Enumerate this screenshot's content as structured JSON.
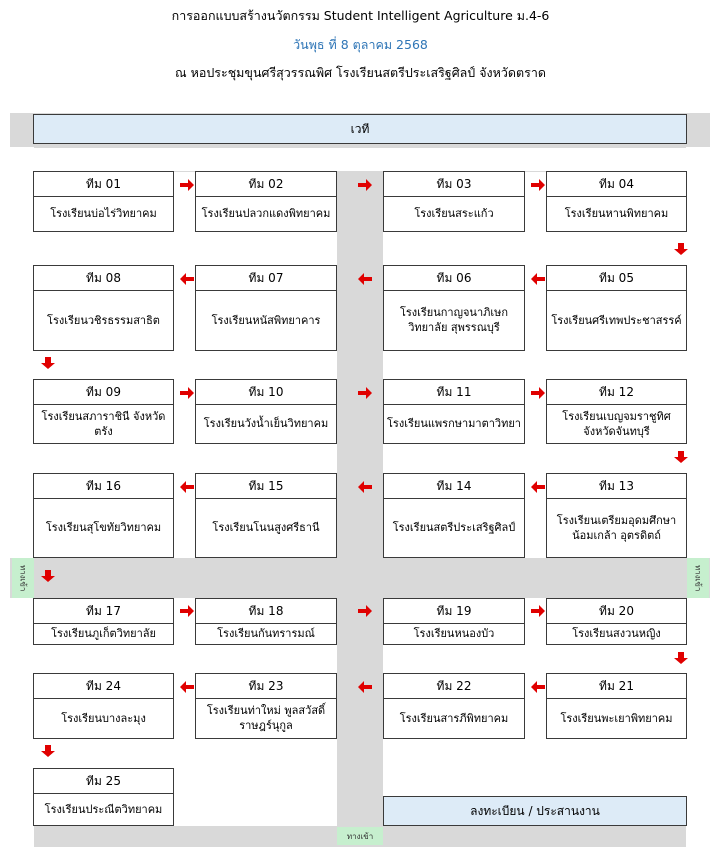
{
  "header": {
    "title": "การออกแบบสร้างนวัตกรรม Student Intelligent Agriculture ม.4-6",
    "date": "วันพุธ ที่ 8 ตุลาคม 2568",
    "venue": "ณ หอประชุมขุนศรีสุวรรณพิศ โรงเรียนสตรีประเสริฐศิลป์ จังหวัดตราด"
  },
  "stage": "เวที",
  "registration": "ลงทะเบียน / ประสานงาน",
  "entrances": {
    "left": "ทางเข้า",
    "right": "ทางเข้า",
    "bottom": "ทางเข้า"
  },
  "colors": {
    "arrow": "#e00000",
    "floor": "#d9d9d9",
    "label_fill": "#ddebf7",
    "entrance": "#c6efce",
    "date_text": "#2e75b6"
  },
  "teams": [
    {
      "team": "ทีม 01",
      "school": "โรงเรียนบ่อไร่วิทยาคม"
    },
    {
      "team": "ทีม 02",
      "school": "โรงเรียนปลวกแดงพิทยาคม"
    },
    {
      "team": "ทีม 03",
      "school": "โรงเรียนสระแก้ว"
    },
    {
      "team": "ทีม 04",
      "school": "โรงเรียนหานพิทยาคม"
    },
    {
      "team": "ทีม 05",
      "school": "โรงเรียนศรีเทพประชาสรรค์"
    },
    {
      "team": "ทีม 06",
      "school": "โรงเรียนกาญจนาภิเษกวิทยาลัย สุพรรณบุรี"
    },
    {
      "team": "ทีม 07",
      "school": "โรงเรียนหนัสพิทยาคาร"
    },
    {
      "team": "ทีม 08",
      "school": "โรงเรียนวชิรธรรมสาธิต"
    },
    {
      "team": "ทีม 09",
      "school": "โรงเรียนสภาราชินี จังหวัดตรัง"
    },
    {
      "team": "ทีม 10",
      "school": "โรงเรียนวังน้ำเย็นวิทยาคม"
    },
    {
      "team": "ทีม 11",
      "school": "โรงเรียนแพรกษามาตาวิทยา"
    },
    {
      "team": "ทีม 12",
      "school": "โรงเรียนเบญจมราชูทิศ จังหวัดจันทบุรี"
    },
    {
      "team": "ทีม 13",
      "school": "โรงเรียนเตรียมอุดมศึกษาน้อมเกล้า อุตรดิตถ์"
    },
    {
      "team": "ทีม 14",
      "school": "โรงเรียนสตรีประเสริฐศิลป์"
    },
    {
      "team": "ทีม 15",
      "school": "โรงเรียนโนนสูงศรีธานี"
    },
    {
      "team": "ทีม 16",
      "school": "โรงเรียนสุโขทัยวิทยาคม"
    },
    {
      "team": "ทีม 17",
      "school": "โรงเรียนภูเก็ตวิทยาลัย"
    },
    {
      "team": "ทีม 18",
      "school": "โรงเรียนกันทรารมณ์"
    },
    {
      "team": "ทีม 19",
      "school": "โรงเรียนหนองบัว"
    },
    {
      "team": "ทีม 20",
      "school": "โรงเรียนสงวนหญิง"
    },
    {
      "team": "ทีม 21",
      "school": "โรงเรียนพะเยาพิทยาคม"
    },
    {
      "team": "ทีม 22",
      "school": "โรงเรียนสารภีพิทยาคม"
    },
    {
      "team": "ทีม 23",
      "school": "โรงเรียนท่าใหม่ พูลสวัสดิ์ราษฎร์นุกูล"
    },
    {
      "team": "ทีม 24",
      "school": "โรงเรียนบางละมุง"
    },
    {
      "team": "ทีม 25",
      "school": "โรงเรียนประณีตวิทยาคม"
    }
  ]
}
